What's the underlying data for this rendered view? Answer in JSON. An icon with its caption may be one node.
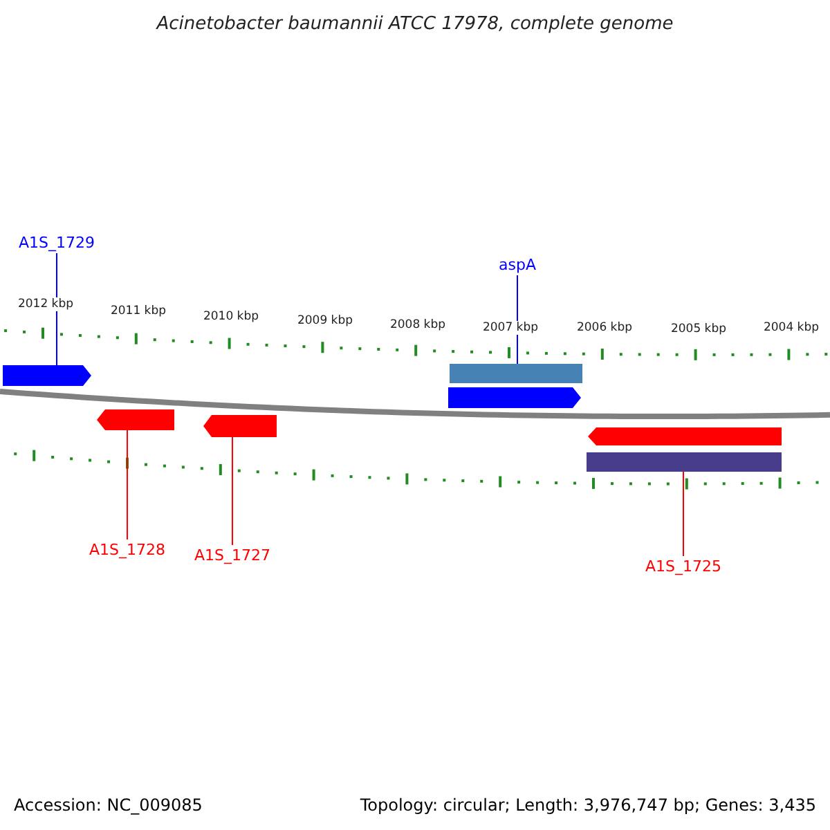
{
  "diagram": {
    "title": "Acinetobacter baumannii ATCC 17978, complete genome",
    "nodes": [
      {
        "text": [
          "A1S_1729"
        ]
      },
      {
        "text": [
          "aspA"
        ]
      },
      {
        "text": [
          "A1S_1728"
        ]
      },
      {
        "text": [
          "A1S_1727"
        ]
      },
      {
        "text": [
          "A1S_1725"
        ]
      },
      {
        "text": [],
        "shape": "pentagon"
      },
      {
        "text": [],
        "shape": "bar"
      },
      {
        "text": [],
        "shape": "pentagon"
      },
      {
        "text": [],
        "shape": "pentagon"
      },
      {
        "text": [],
        "shape": "pentagon"
      },
      {
        "text": [],
        "shape": "pentagon"
      },
      {
        "text": [],
        "shape": "bar"
      }
    ],
    "edges": [
      {
        "from": 0,
        "to": 5,
        "arrow": "none",
        "color": "#0000ff"
      },
      {
        "from": 1,
        "to": 6,
        "arrow": "none",
        "color": "#0000ff"
      },
      {
        "from": 2,
        "to": 8,
        "arrow": "none"
      },
      {
        "from": 3,
        "to": 9,
        "arrow": "none"
      },
      {
        "from": 4,
        "to": 11,
        "arrow": "none"
      }
    ],
    "labels": [
      "2012 kbp",
      "2011 kbp",
      "2010 kbp",
      "2009 kbp",
      "2008 kbp",
      "2007 kbp",
      "2006 kbp",
      "2005 kbp",
      "2004 kbp",
      "Accession: NC_009085",
      "Topology: circular; Length: 3,976,747 bp; Genes: 3,435"
    ]
  }
}
